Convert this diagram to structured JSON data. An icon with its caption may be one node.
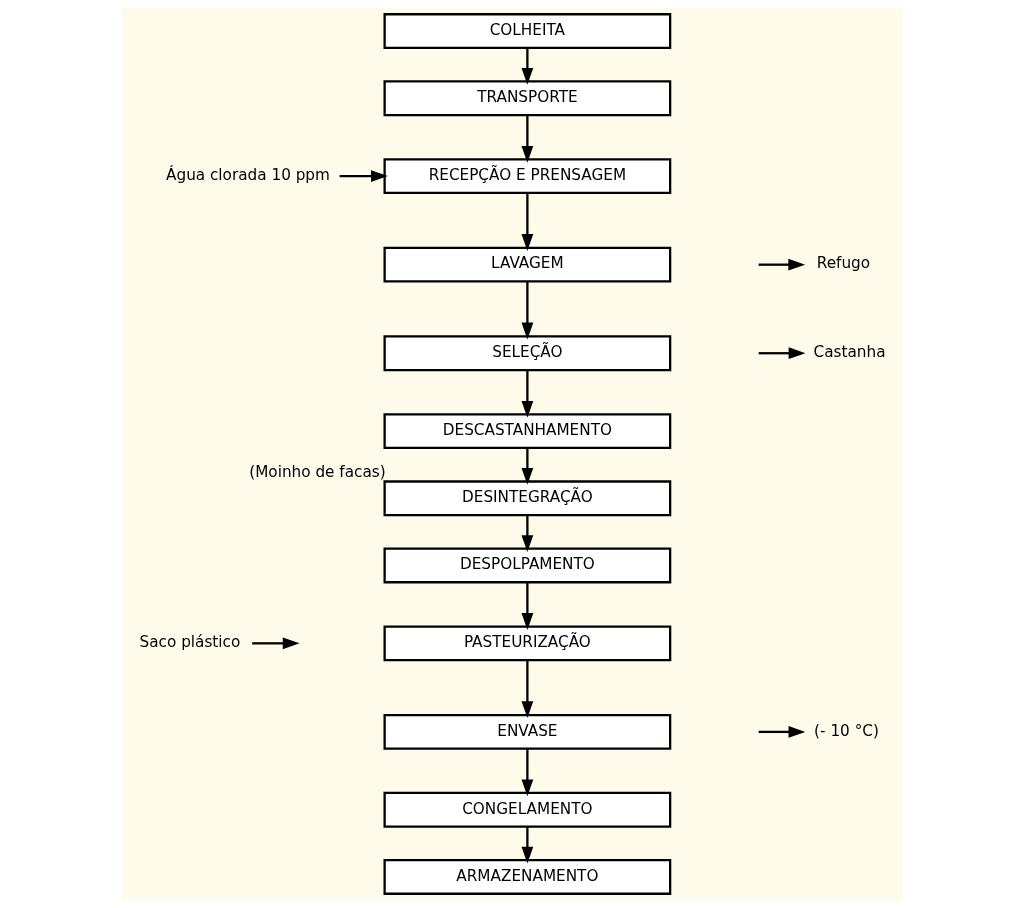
{
  "diagram": {
    "nodes": [
      {
        "text": [
          "COLHEITA"
        ]
      },
      {
        "text": [
          "TRANSPORTE"
        ]
      },
      {
        "text": [
          "RECEPÇÃO E PRENSAGEM"
        ]
      },
      {
        "text": [
          "LAVAGEM"
        ]
      },
      {
        "text": [
          "SELEÇÃO"
        ]
      },
      {
        "text": [
          "DESCASTANHAMENTO"
        ]
      },
      {
        "text": [
          "DESINTEGRAÇÃO"
        ],
        "beside": [
          "(Moinho de facas)"
        ]
      },
      {
        "text": [
          "DESPOLPAMENTO"
        ]
      },
      {
        "text": [
          "PASTEURIZAÇÃO"
        ]
      },
      {
        "text": [
          "ENVASE"
        ]
      },
      {
        "text": [
          "CONGELAMENTO"
        ]
      },
      {
        "text": [
          "ARMAZENAMENTO"
        ]
      },
      {
        "text": [
          "Água clorada 10 ppm"
        ]
      },
      {
        "text": [
          "Refugo"
        ]
      },
      {
        "text": [
          "Castanha"
        ]
      },
      {
        "text": [
          "Saco plástico"
        ]
      },
      {
        "text": [
          "(- 10 °C)"
        ]
      }
    ],
    "edges": [
      {
        "from": 0,
        "to": 1,
        "arrow": "to"
      },
      {
        "from": 1,
        "to": 2,
        "arrow": "to"
      },
      {
        "from": 2,
        "to": 3,
        "arrow": "to"
      },
      {
        "from": 3,
        "to": 4,
        "arrow": "to"
      },
      {
        "from": 4,
        "to": 5,
        "arrow": "to"
      },
      {
        "from": 5,
        "to": 6,
        "arrow": "to"
      },
      {
        "from": 6,
        "to": 7,
        "arrow": "to"
      },
      {
        "from": 7,
        "to": 8,
        "arrow": "to"
      },
      {
        "from": 8,
        "to": 9,
        "arrow": "to"
      },
      {
        "from": 9,
        "to": 10,
        "arrow": "to"
      },
      {
        "from": 10,
        "to": 11,
        "arrow": "to"
      },
      {
        "from": 12,
        "to": 2,
        "arrow": "to"
      },
      {
        "from": null,
        "to": 13,
        "arrow": "to"
      },
      {
        "from": null,
        "to": 14,
        "arrow": "to"
      },
      {
        "from": 15,
        "to": null,
        "arrow": "to"
      },
      {
        "from": null,
        "to": 16,
        "arrow": "to"
      }
    ]
  }
}
